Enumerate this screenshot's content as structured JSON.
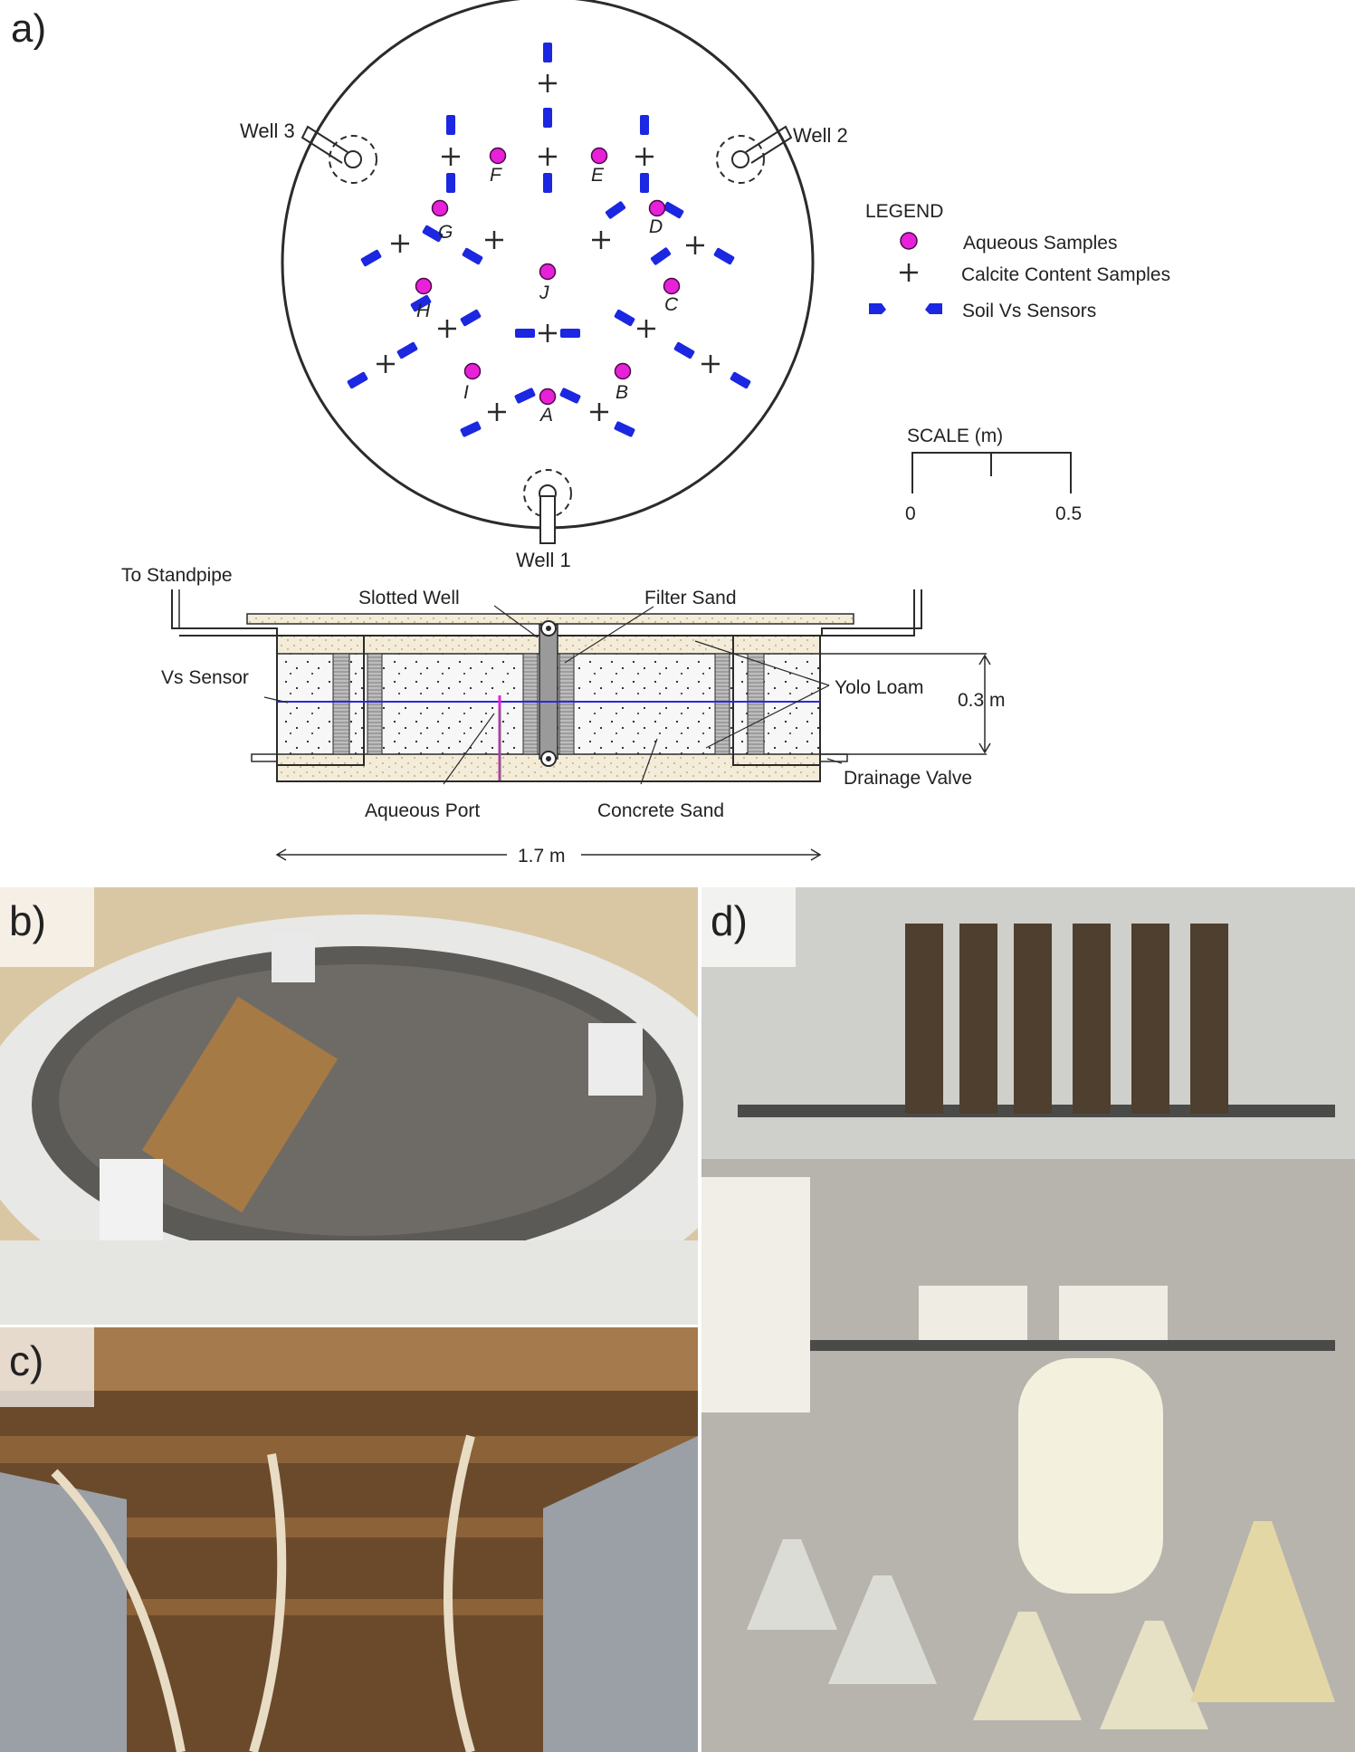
{
  "panels": {
    "a": "a)",
    "b": "b)",
    "c": "c)",
    "d": "d)"
  },
  "plan_view": {
    "wells": [
      "Well 1",
      "Well 2",
      "Well 3"
    ],
    "sample_letters": [
      "A",
      "B",
      "C",
      "D",
      "E",
      "F",
      "G",
      "H",
      "I",
      "J"
    ]
  },
  "legend": {
    "title": "LEGEND",
    "items": [
      {
        "label": "Aqueous Samples",
        "symbol": "magenta-circle"
      },
      {
        "label": "Calcite Content Samples",
        "symbol": "plus"
      },
      {
        "label": "Soil Vs Sensors",
        "symbol": "blue-sensor"
      }
    ]
  },
  "scale": {
    "title": "SCALE (m)",
    "min": "0",
    "max": "0.5"
  },
  "section": {
    "to_standpipe": "To Standpipe",
    "slotted_well": "Slotted Well",
    "filter_sand": "Filter Sand",
    "vs_sensor": "Vs Sensor",
    "yolo_loam": "Yolo Loam",
    "height": "0.3 m",
    "drainage_valve": "Drainage Valve",
    "aqueous_port": "Aqueous Port",
    "concrete_sand": "Concrete Sand",
    "width": "1.7 m"
  },
  "colors": {
    "aqueous": "#e621d8",
    "sensor": "#1b27e0",
    "line": "#2b2b2b",
    "waterline": "#2b2bd6"
  }
}
